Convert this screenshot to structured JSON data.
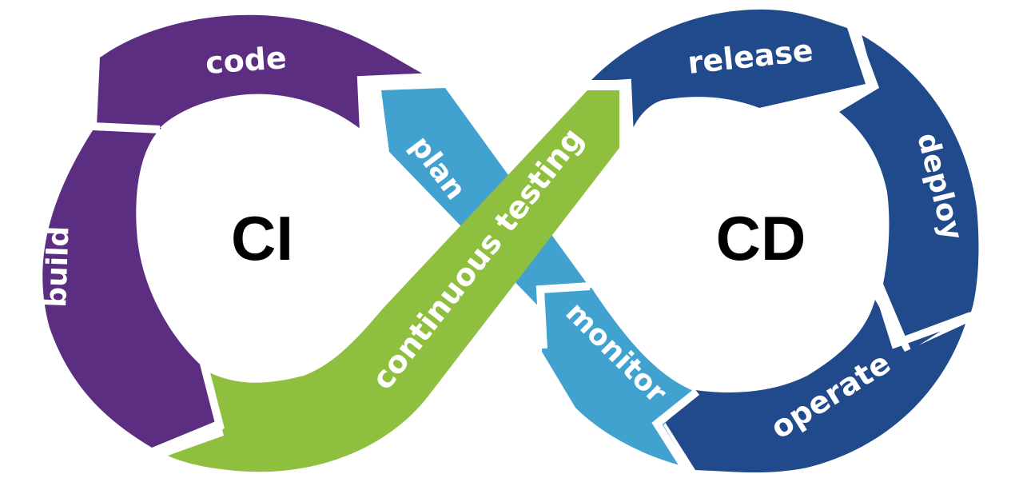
{
  "diagram": {
    "title": "CI/CD infinity loop",
    "loops": [
      {
        "id": "ci",
        "label": "CI",
        "color": "#5B2E82"
      },
      {
        "id": "cd",
        "label": "CD",
        "color": "#214A8C"
      }
    ],
    "stages": [
      {
        "id": "plan",
        "label": "plan",
        "color": "#42A2CF"
      },
      {
        "id": "code",
        "label": "code",
        "color": "#5B2E82"
      },
      {
        "id": "build",
        "label": "build",
        "color": "#5B2E82"
      },
      {
        "id": "continuous-testing",
        "label": "continuous testing",
        "color": "#8FBF3F"
      },
      {
        "id": "release",
        "label": "release",
        "color": "#214A8C"
      },
      {
        "id": "deploy",
        "label": "deploy",
        "color": "#214A8C"
      },
      {
        "id": "operate",
        "label": "operate",
        "color": "#214A8C"
      },
      {
        "id": "monitor",
        "label": "monitor",
        "color": "#42A2CF"
      }
    ],
    "background": "#FFFFFF"
  }
}
